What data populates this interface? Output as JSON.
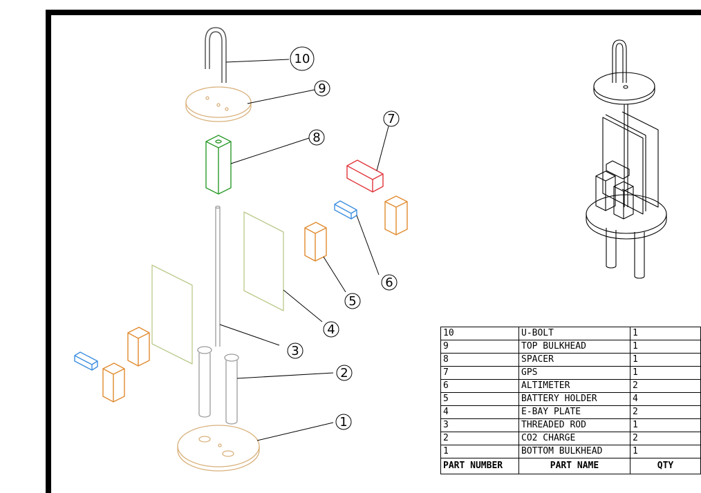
{
  "drawing": {
    "callouts": [
      "10",
      "9",
      "8",
      "7",
      "6",
      "5",
      "4",
      "3",
      "2",
      "1"
    ]
  },
  "colors": {
    "bulkhead": "#d8b07a",
    "spacer": "#2a9a2a",
    "gps": "#e0343a",
    "altimeter": "#3b8ee0",
    "battery_holder": "#e08a2e",
    "plate": "#b9c98a",
    "metal": "#9a9a9a",
    "line": "#000000"
  },
  "bom": {
    "headers": {
      "part_number": "PART NUMBER",
      "part_name": "PART NAME",
      "qty": "QTY"
    },
    "rows": [
      {
        "part_number": "10",
        "part_name": "U-BOLT",
        "qty": "1"
      },
      {
        "part_number": "9",
        "part_name": "TOP BULKHEAD",
        "qty": "1"
      },
      {
        "part_number": "8",
        "part_name": "SPACER",
        "qty": "1"
      },
      {
        "part_number": "7",
        "part_name": "GPS",
        "qty": "1"
      },
      {
        "part_number": "6",
        "part_name": "ALTIMETER",
        "qty": "2"
      },
      {
        "part_number": "5",
        "part_name": "BATTERY HOLDER",
        "qty": "4"
      },
      {
        "part_number": "4",
        "part_name": "E-BAY PLATE",
        "qty": "2"
      },
      {
        "part_number": "3",
        "part_name": "THREADED ROD",
        "qty": "1"
      },
      {
        "part_number": "2",
        "part_name": "CO2 CHARGE",
        "qty": "2"
      },
      {
        "part_number": "1",
        "part_name": "BOTTOM BULKHEAD",
        "qty": "1"
      }
    ]
  }
}
